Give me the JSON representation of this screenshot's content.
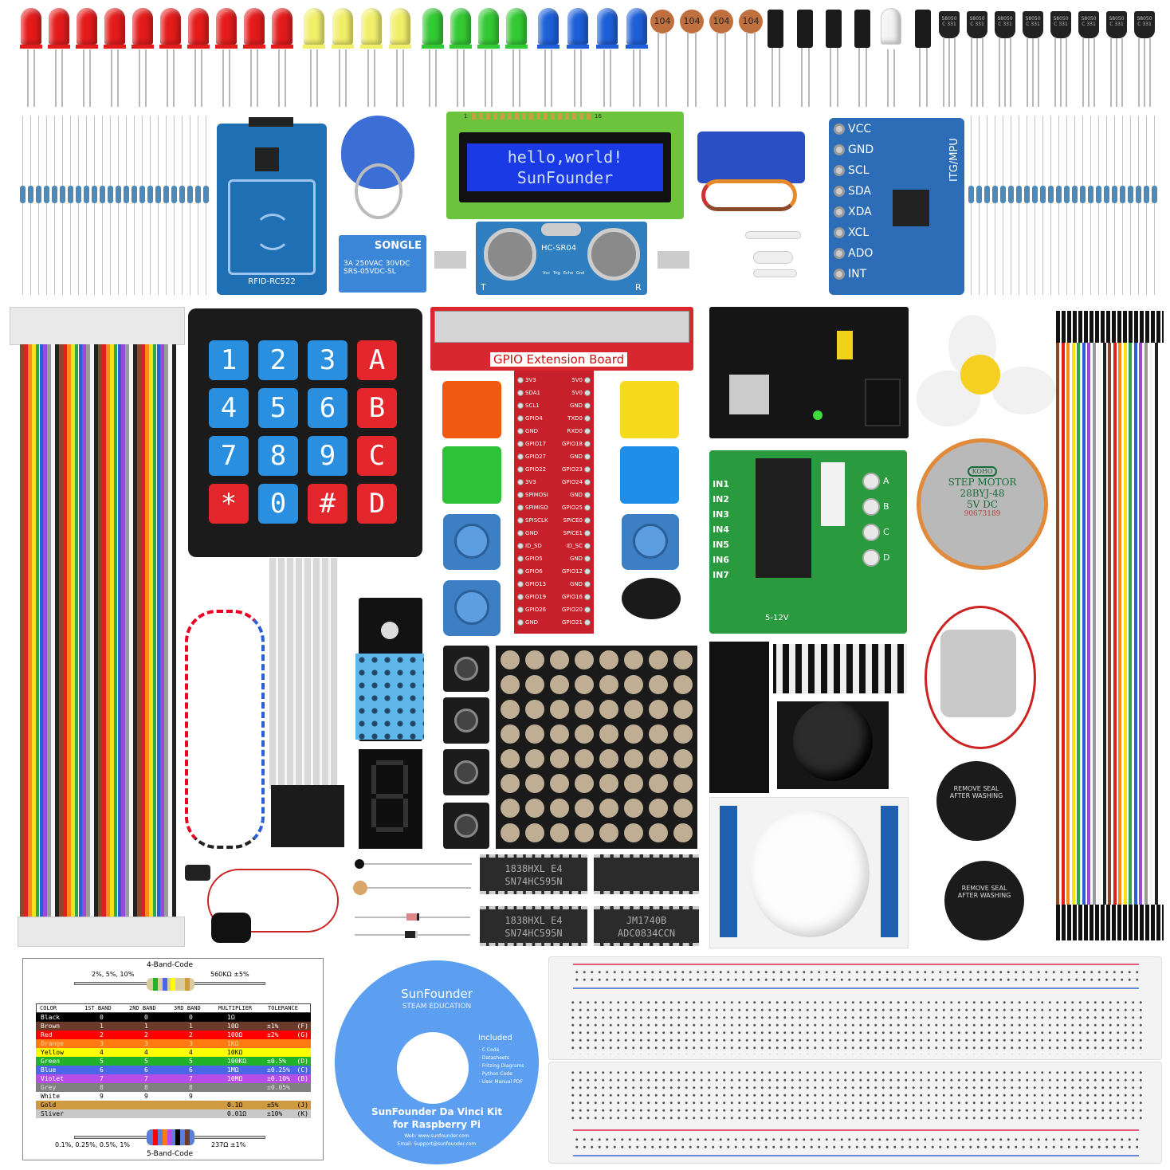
{
  "top_row": {
    "led_colors": {
      "red": "#e41b1b",
      "yellow": "#f1ef6a",
      "green": "#33c933",
      "blue": "#1e5fd8",
      "white": "#f2f2f2"
    },
    "led_counts": {
      "red": 10,
      "yellow": 4,
      "green": 4,
      "blue": 4
    },
    "ceramic_cap_label": "104",
    "ceramic_cap_count": 4,
    "transistor_label": "S8050\nC 331",
    "transistor_count": 8
  },
  "rfid": {
    "label": "RFID-RC522"
  },
  "relay": {
    "brand": "SONGLE",
    "rating": "3A 250VAC 30VDC",
    "model": "SRS-05VDC-SL"
  },
  "lcd": {
    "line1": "hello,world!",
    "line2": "SunFounder",
    "pin_end": "16",
    "pin_start": "1"
  },
  "ultrasonic": {
    "label": "HC-SR04",
    "pins": [
      "Vcc",
      "Trig",
      "Echo",
      "Gnd"
    ],
    "left": "T",
    "right": "R"
  },
  "mpu": {
    "pins": [
      "VCC",
      "GND",
      "SCL",
      "SDA",
      "XDA",
      "XCL",
      "ADO",
      "INT"
    ],
    "chip_label": "ITG/MPU"
  },
  "keypad": {
    "keys": [
      "1",
      "2",
      "3",
      "A",
      "4",
      "5",
      "6",
      "B",
      "7",
      "8",
      "9",
      "C",
      "*",
      "0",
      "#",
      "D"
    ],
    "blue": "#2b8fe0",
    "red": "#e3262c"
  },
  "gpio_board": {
    "title": "GPIO Extension Board",
    "left_pins": [
      "3V3",
      "SDA1",
      "SCL1",
      "GPIO4",
      "GND",
      "GPIO17",
      "GPIO27",
      "GPIO22",
      "3V3",
      "SPIMOSI",
      "SPIMISO",
      "SPISCLK",
      "GND",
      "ID_SD",
      "GPIO5",
      "GPIO6",
      "GPIO13",
      "GPIO19",
      "GPIO26",
      "GND"
    ],
    "right_pins": [
      "5V0",
      "5V0",
      "GND",
      "TXD0",
      "RXD0",
      "GPIO18",
      "GND",
      "GPIO23",
      "GPIO24",
      "GND",
      "GPIO25",
      "SPICE0",
      "SPICE1",
      "ID_SC",
      "GND",
      "GPIO12",
      "GND",
      "GPIO16",
      "GPIO20",
      "GPIO21"
    ]
  },
  "uln_board": {
    "inputs": [
      "IN1",
      "IN2",
      "IN3",
      "IN4",
      "IN5",
      "IN6",
      "IN7"
    ],
    "leds": [
      "A",
      "B",
      "C",
      "D"
    ],
    "power": "5-12V"
  },
  "stepper": {
    "brand": "KOHO",
    "line1": "STEP  MOTOR",
    "line2": "28BYJ-48",
    "line3": "5V  DC",
    "serial": "90673189"
  },
  "buzzer": {
    "label": "REMOVE SEAL AFTER WASHING"
  },
  "chips": [
    {
      "line1": "1838HXL E4",
      "line2": "SN74HC595N"
    },
    {
      "line1": "1838HXL E4",
      "line2": "SN74HC595N"
    },
    {
      "line1": "ADC0834CCN",
      "line2": "JM1740B"
    }
  ],
  "resistor_chart": {
    "four_band_title": "4-Band-Code",
    "four_band_tolerances": "2%, 5%, 10%",
    "four_band_example": "560KΩ ±5%",
    "five_band_title": "5-Band-Code",
    "five_band_tolerances": "0.1%, 0.25%, 0.5%, 1%",
    "five_band_example": "237Ω ±1%",
    "headers": [
      "COLOR",
      "1ST BAND",
      "2ND BAND",
      "3RD BAND",
      "MULTIPLIER",
      "TOLERANCE"
    ],
    "rows": [
      {
        "color": "Black",
        "b1": "0",
        "b2": "0",
        "b3": "0",
        "mult": "1Ω",
        "tol": "",
        "code": "",
        "bg": "#000000",
        "fg": "#ffffff"
      },
      {
        "color": "Brown",
        "b1": "1",
        "b2": "1",
        "b3": "1",
        "mult": "10Ω",
        "tol": "±1%",
        "code": "(F)",
        "bg": "#6b3a2a",
        "fg": "#ffffff"
      },
      {
        "color": "Red",
        "b1": "2",
        "b2": "2",
        "b3": "2",
        "mult": "100Ω",
        "tol": "±2%",
        "code": "(G)",
        "bg": "#ff0000",
        "fg": "#ffffff"
      },
      {
        "color": "Orange",
        "b1": "3",
        "b2": "3",
        "b3": "3",
        "mult": "1KΩ",
        "tol": "",
        "code": "",
        "bg": "#ff7a10",
        "fg": "#ffd9a0"
      },
      {
        "color": "Yellow",
        "b1": "4",
        "b2": "4",
        "b3": "4",
        "mult": "10KΩ",
        "tol": "",
        "code": "",
        "bg": "#ffff00",
        "fg": "#000000"
      },
      {
        "color": "Green",
        "b1": "5",
        "b2": "5",
        "b3": "5",
        "mult": "100KΩ",
        "tol": "±0.5%",
        "code": "(D)",
        "bg": "#22b22a",
        "fg": "#ffffff"
      },
      {
        "color": "Blue",
        "b1": "6",
        "b2": "6",
        "b3": "6",
        "mult": "1MΩ",
        "tol": "±0.25%",
        "code": "(C)",
        "bg": "#4c66e8",
        "fg": "#ffffff"
      },
      {
        "color": "Violet",
        "b1": "7",
        "b2": "7",
        "b3": "7",
        "mult": "10MΩ",
        "tol": "±0.10%",
        "code": "(B)",
        "bg": "#b54de8",
        "fg": "#ffffff"
      },
      {
        "color": "Grey",
        "b1": "8",
        "b2": "8",
        "b3": "8",
        "mult": "",
        "tol": "±0.05%",
        "code": "",
        "bg": "#808080",
        "fg": "#e0e0e0"
      },
      {
        "color": "White",
        "b1": "9",
        "b2": "9",
        "b3": "9",
        "mult": "",
        "tol": "",
        "code": "",
        "bg": "#ffffff",
        "fg": "#000000"
      },
      {
        "color": "Gold",
        "b1": "",
        "b2": "",
        "b3": "",
        "mult": "0.1Ω",
        "tol": "±5%",
        "code": "(J)",
        "bg": "#d09a40",
        "fg": "#000000"
      },
      {
        "color": "Sliver",
        "b1": "",
        "b2": "",
        "b3": "",
        "mult": "0.01Ω",
        "tol": "±10%",
        "code": "(K)",
        "bg": "#c8c8c8",
        "fg": "#000000"
      }
    ]
  },
  "cd": {
    "brand": "SunFounder",
    "tagline": "STEAM EDUCATION",
    "included_title": "Included",
    "included": [
      "· C Code",
      "· Datasheets",
      "· Fritzing Diagrams",
      "· Python Code",
      "· User Manual PDF"
    ],
    "title_line1": "SunFounder Da Vinci Kit",
    "title_line2": "for Raspberry Pi",
    "web": "Web: www.sunfounder.com",
    "email": "Email: Support@sunfounder.com",
    "color": "#5c9ff0"
  },
  "ribbon_colors": [
    "#8a4a2a",
    "#e02020",
    "#ff8a1a",
    "#f2e21a",
    "#2aa84a",
    "#2a5fd8",
    "#9a4ad8",
    "#9a9a9a",
    "#f4f4f4",
    "#222222"
  ]
}
